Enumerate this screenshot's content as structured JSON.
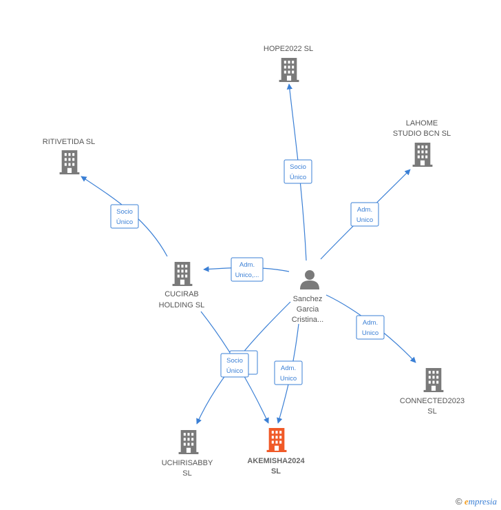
{
  "colors": {
    "edge": "#3a7fd5",
    "company": "#7a7a7a",
    "focus_company": "#f05a28",
    "person": "#7a7a7a"
  },
  "nodes": {
    "hope": {
      "lines": [
        "HOPE2022  SL"
      ]
    },
    "lahome": {
      "lines": [
        "LAHOME",
        "STUDIO BCN  SL"
      ]
    },
    "ritivetida": {
      "lines": [
        "RITIVETIDA  SL"
      ]
    },
    "cucirab": {
      "lines": [
        "CUCIRAB",
        "HOLDING  SL"
      ]
    },
    "sanchez": {
      "lines": [
        "Sanchez",
        "Garcia",
        "Cristina..."
      ]
    },
    "connected": {
      "lines": [
        "CONNECTED2023",
        "SL"
      ]
    },
    "uchirisabby": {
      "lines": [
        "UCHIRISABBY",
        "SL"
      ]
    },
    "akemisha": {
      "lines": [
        "AKEMISHA2024",
        "SL"
      ]
    }
  },
  "edge_labels": {
    "hope": [
      "Socio",
      "Único"
    ],
    "lahome": [
      "Adm.",
      "Unico"
    ],
    "ritivetida": [
      "Socio",
      "Único"
    ],
    "cucirab": [
      "Adm.",
      "Unico,..."
    ],
    "connected": [
      "Adm.",
      "Unico"
    ],
    "akemisha_adm": [
      "Adm.",
      "Unico"
    ],
    "uchirisabby": [
      "Socio",
      "Único"
    ]
  },
  "brand": {
    "symbol": "©",
    "initial": "e",
    "name": "mpresia"
  }
}
